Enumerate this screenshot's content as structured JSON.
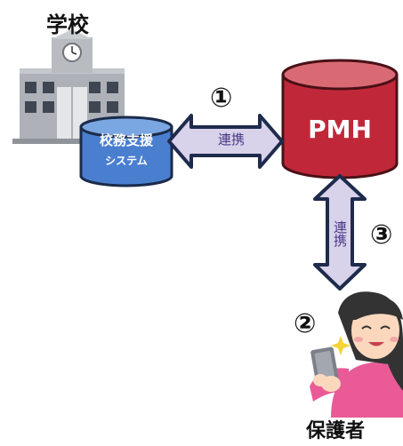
{
  "school": {
    "title": "学校",
    "system_line1": "校務支援",
    "system_line2": "システム"
  },
  "pmh": {
    "label": "PMH"
  },
  "parent": {
    "title": "保護者"
  },
  "links": {
    "horizontal": {
      "number": "①",
      "label": "連携"
    },
    "vertical": {
      "number": "③",
      "label": "連携"
    },
    "parent_step": {
      "number": "②"
    }
  },
  "colors": {
    "pmh_fill": "#c0283a",
    "pmh_top": "#d96a74",
    "system_fill": "#4a7fd0",
    "arrow_fill": "#d8d2ea",
    "arrow_stroke": "#1f2b4d",
    "building": "#a9adb4",
    "person_shirt": "#ea5a97"
  }
}
